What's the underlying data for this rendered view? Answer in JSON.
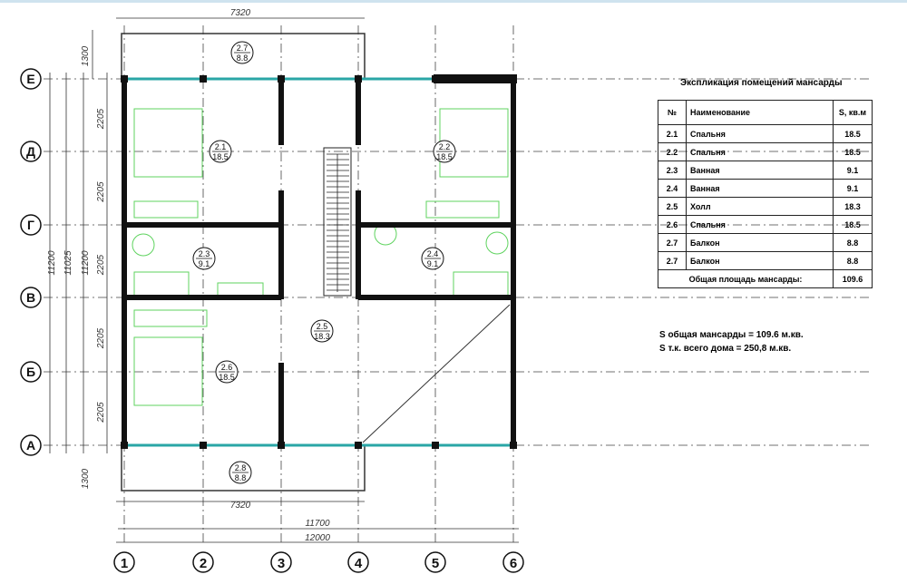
{
  "plan": {
    "col_axes": [
      "1",
      "2",
      "3",
      "4",
      "5",
      "6"
    ],
    "row_axes": [
      "Е",
      "Д",
      "Г",
      "В",
      "Б",
      "А"
    ],
    "dims": {
      "top_balcony_width": "7320",
      "bottom_balcony_width": "7320",
      "axis_span": "11700",
      "overall_width": "12000",
      "balcony_depth_top": "1300",
      "balcony_depth_bottom": "1300",
      "row_spans": [
        "2205",
        "2205",
        "2205",
        "2205",
        "2205"
      ],
      "overall_height_outer": "11200",
      "overall_height_mid": "11025",
      "overall_height_inner": "11200"
    },
    "room_tags": [
      {
        "num": "2.7",
        "area": "8.8"
      },
      {
        "num": "2.1",
        "area": "18.5"
      },
      {
        "num": "2.2",
        "area": "18.5"
      },
      {
        "num": "2.3",
        "area": "9.1"
      },
      {
        "num": "2.4",
        "area": "9.1"
      },
      {
        "num": "2.5",
        "area": "18.3"
      },
      {
        "num": "2.6",
        "area": "18.5"
      },
      {
        "num": "2.8",
        "area": "8.8"
      }
    ]
  },
  "explication": {
    "title": "Экспликация помещений мансарды",
    "headers": [
      "№",
      "Наименование",
      "S, кв.м"
    ],
    "rows": [
      [
        "2.1",
        "Спальня",
        "18.5"
      ],
      [
        "2.2",
        "Спальня",
        "18.5"
      ],
      [
        "2.3",
        "Ванная",
        "9.1"
      ],
      [
        "2.4",
        "Ванная",
        "9.1"
      ],
      [
        "2.5",
        "Холл",
        "18.3"
      ],
      [
        "2.6",
        "Спальня",
        "18.5"
      ],
      [
        "2.7",
        "Балкон",
        "8.8"
      ],
      [
        "2.7",
        "Балкон",
        "8.8"
      ]
    ],
    "total_label": "Общая площадь мансарды:",
    "total_value": "109.6"
  },
  "summary": [
    "S общая мансарды = 109.6 м.кв.",
    "S т.к. всего дома = 250,8 м.кв."
  ],
  "colors": {
    "wall": "#111111",
    "furniture": "#5fd35f",
    "glazing": "#2aa6a6"
  }
}
